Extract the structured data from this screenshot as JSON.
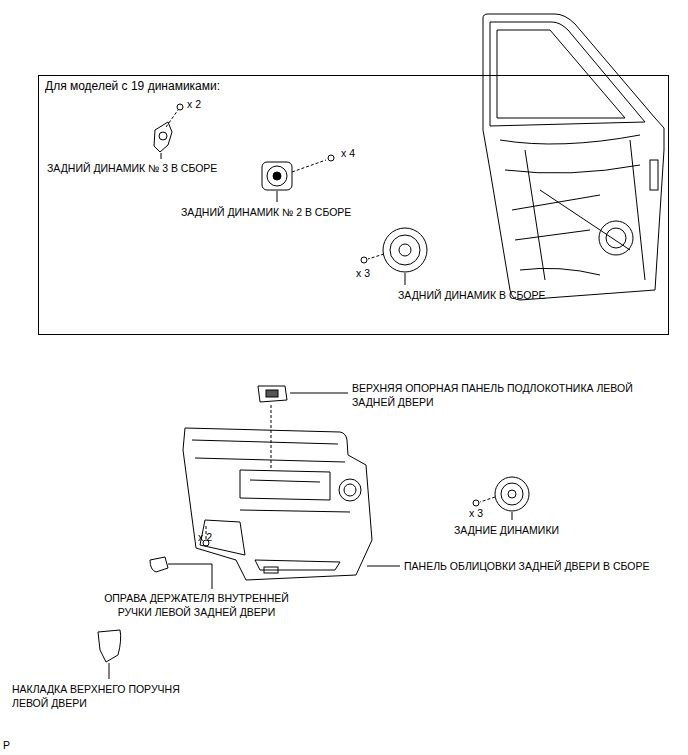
{
  "diagram": {
    "nodes": [
      {
        "text": [
          "Для моделей с 19 динамиками:"
        ]
      }
    ],
    "labels": [
      "x 2",
      "ЗАДНИЙ ДИНАМИК № 3 В СБОРЕ",
      "x 4",
      "ЗАДНИЙ ДИНАМИК № 2 В СБОРЕ",
      "x 3",
      "ЗАДНИЙ ДИНАМИК В СБОРЕ",
      "ВЕРХНЯЯ ОПОРНАЯ ПАНЕЛЬ ПОДЛОКОТНИКА ЛЕВОЙ ЗАДНЕЙ ДВЕРИ",
      "x 3",
      "ЗАДНИЕ ДИНАМИКИ",
      "x 2",
      "ПАНЕЛЬ ОБЛИЦОВКИ ЗАДНЕЙ ДВЕРИ В СБОРЕ",
      "ОПРАВА ДЕРЖАТЕЛЯ ВНУТРЕННЕЙ РУЧКИ ЛЕВОЙ ЗАДНЕЙ ДВЕРИ",
      "НАКЛАДКА ВЕРХНЕГО ПОРУЧНЯ ЛЕВОЙ ДВЕРИ",
      "P"
    ]
  }
}
